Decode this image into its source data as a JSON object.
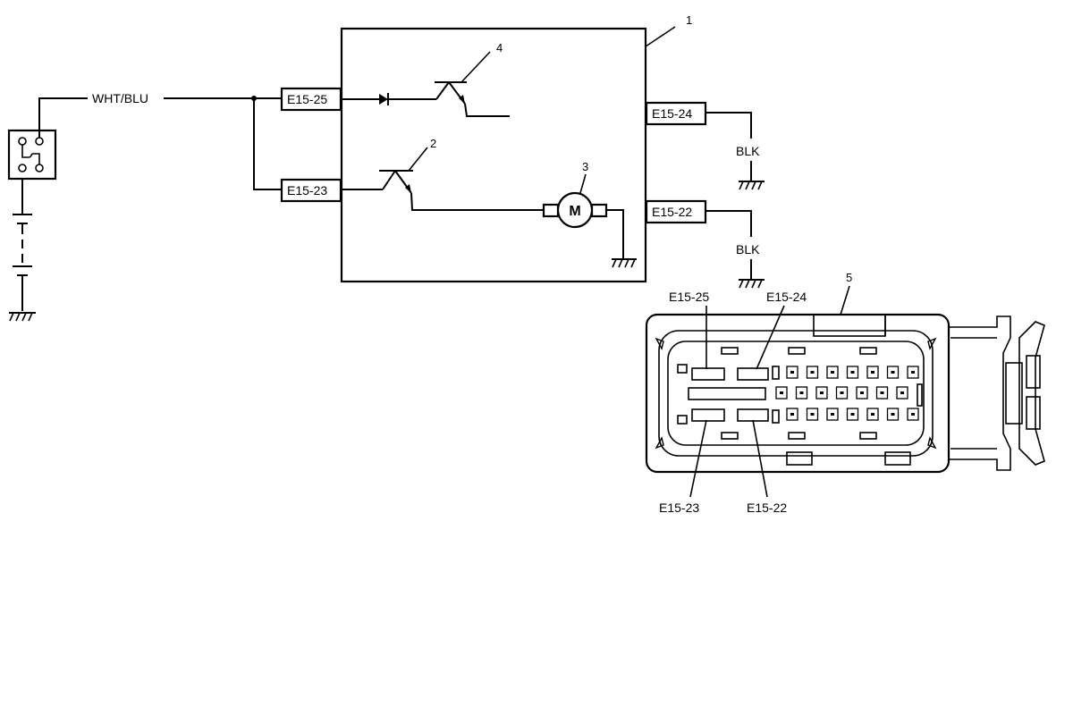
{
  "wires": {
    "feed": "WHT/BLU",
    "ground_top": "BLK",
    "ground_bottom": "BLK"
  },
  "pins": {
    "p25": "E15-25",
    "p23": "E15-23",
    "p24": "E15-24",
    "p22": "E15-22"
  },
  "connector": {
    "top_left": "E15-25",
    "top_right": "E15-24",
    "bottom_left": "E15-23",
    "bottom_right": "E15-22"
  },
  "callouts": {
    "module": "1",
    "transistor_lower": "2",
    "motor": "3",
    "transistor_upper": "4",
    "connector": "5"
  },
  "motor_letter": "M",
  "icons": [
    "fuse-icon",
    "battery-icon",
    "ground-icon",
    "diode-icon",
    "transistor-icon",
    "motor-icon",
    "connector-icon"
  ]
}
